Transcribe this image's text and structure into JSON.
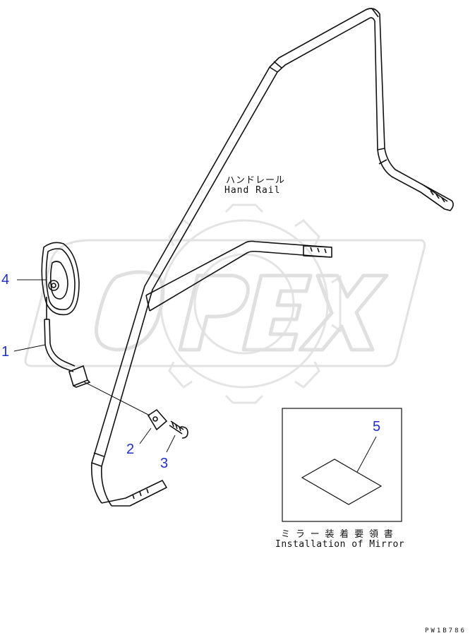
{
  "callouts": {
    "c1": "1",
    "c2": "2",
    "c3": "3",
    "c4": "4",
    "c5": "5"
  },
  "hand_rail": {
    "jp": "ハンドレール",
    "en": "Hand Rail"
  },
  "instruction": {
    "jp": "ミ ラ ー 装 着 要 領 書",
    "en": "Installation of Mirror"
  },
  "drawing_code": "PW1B786",
  "watermark": {
    "text": "OPEX",
    "color": "#e6e6e6"
  },
  "colors": {
    "line": "#111111",
    "callout": "#1f2fc8"
  }
}
